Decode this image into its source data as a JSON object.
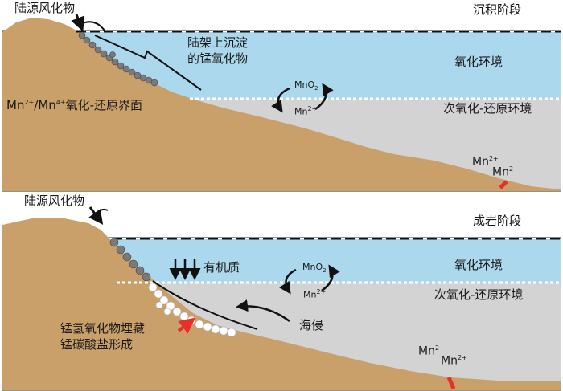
{
  "panel_top": {
    "stage": "沉积阶段",
    "weathering": "陆源风化物",
    "shelf_deposit_line1": "陆架上沉淀",
    "shelf_deposit_line2": "的锰氧化物",
    "oxic_env": "氧化环境",
    "interface_text": "/Mn",
    "interface_suffix": "氧化-还原界面",
    "suboxic_env": "次氧化-还原环境",
    "mno2": "MnO",
    "mno2_sub": "2",
    "mn": "Mn",
    "charge": "2+",
    "charge4": "4+"
  },
  "panel_bottom": {
    "stage": "成岩阶段",
    "weathering": "陆源风化物",
    "organic": "有机质",
    "oxic_env": "氧化环境",
    "suboxic_env": "次氧化-还原环境",
    "transgression": "海侵",
    "burial_line1": "锰氢氧化物埋藏",
    "burial_line2": "锰碳酸盐形成",
    "mno2": "MnO",
    "mno2_sub": "2",
    "mn": "Mn",
    "charge": "2+"
  },
  "colors": {
    "oxic_water": "#acd8ee",
    "suboxic_water": "#d3d3d3",
    "land": "#c9a06a",
    "nodule": "#7a7a7a",
    "buried": "#ffffff",
    "arrow_red": "#e8302a"
  }
}
